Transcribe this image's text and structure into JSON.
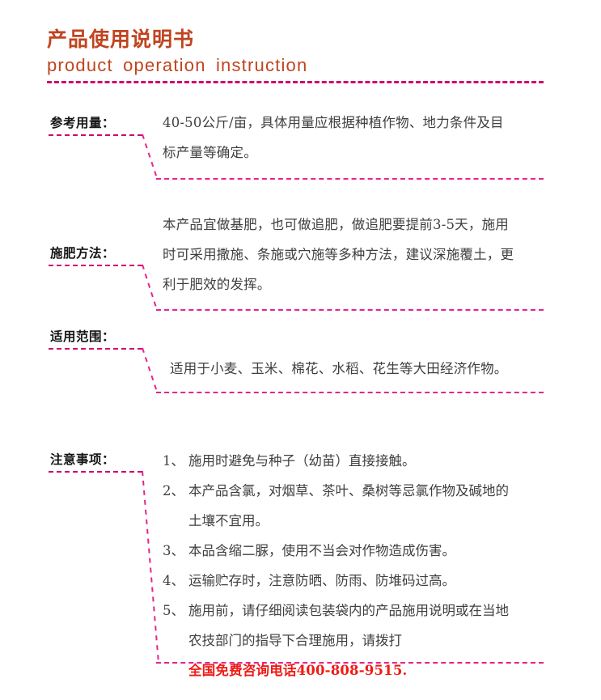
{
  "header": {
    "title_cn": "产品使用说明书",
    "title_en": "product operation instruction",
    "title_color": "#c0441f",
    "rule_color": "#cc0a6b"
  },
  "theme": {
    "accent_pink": "#e5248c",
    "accent_magenta": "#cc0a6b",
    "body_text": "#3f3f3f",
    "label_text": "#151515",
    "phone_red": "#ef1b16"
  },
  "sections": [
    {
      "label": "参考用量：",
      "lines": [
        "40-50公斤/亩，具体用量应根据种植作物、地力条件及目",
        "标产量等确定。"
      ]
    },
    {
      "label": "施肥方法：",
      "lines": [
        "本产品宜做基肥，也可做追肥，做追肥要提前3-5天，施用",
        "时可采用撒施、条施或穴施等多种方法，建议深施覆土，更",
        "利于肥效的发挥。"
      ]
    },
    {
      "label": "适用范围：",
      "lines": [
        "适用于小麦、玉米、棉花、水稻、花生等大田经济作物。"
      ]
    },
    {
      "label": "注意事项：",
      "items": [
        {
          "num": "1、",
          "lines": [
            "施用时避免与种子（幼苗）直接接触。"
          ]
        },
        {
          "num": "2、",
          "lines": [
            "本产品含氯，对烟草、茶叶、桑树等忌氯作物及碱地的",
            "土壤不宜用。"
          ]
        },
        {
          "num": "3、",
          "lines": [
            "本品含缩二脲，使用不当会对作物造成伤害。"
          ]
        },
        {
          "num": "4、",
          "lines": [
            "运输贮存时，注意防晒、防雨、防堆码过高。"
          ]
        },
        {
          "num": "5、",
          "lines": [
            "施用前，请仔细阅读包装袋内的产品施用说明或在当地",
            "农技部门的指导下合理施用，请拨打"
          ]
        }
      ],
      "phone_line": "全国免费咨询电话400-808-9515."
    }
  ]
}
